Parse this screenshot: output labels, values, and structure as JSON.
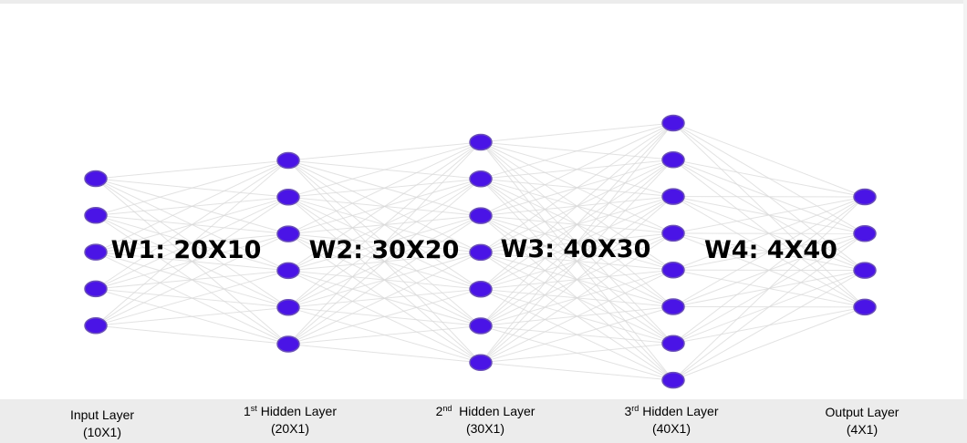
{
  "weights": [
    {
      "label": "W1: 20X10"
    },
    {
      "label": "W2: 30X20"
    },
    {
      "label": "W3: 40X30"
    },
    {
      "label": "W4: 4X40"
    }
  ],
  "layers": [
    {
      "name": "Input Layer",
      "ordinal": "",
      "ordinal_suffix": "",
      "dims": "(10X1)",
      "nodes_shown": 5
    },
    {
      "name": "Hidden Layer",
      "ordinal": "1",
      "ordinal_suffix": "st",
      "dims": "(20X1)",
      "nodes_shown": 6
    },
    {
      "name": "Hidden Layer",
      "ordinal": "2",
      "ordinal_suffix": "nd",
      "dims": "(30X1)",
      "nodes_shown": 7
    },
    {
      "name": "Hidden Layer",
      "ordinal": "3",
      "ordinal_suffix": "rd",
      "dims": "(40X1)",
      "nodes_shown": 8
    },
    {
      "name": "Output Layer",
      "ordinal": "",
      "ordinal_suffix": "",
      "dims": "(4X1)",
      "nodes_shown": 4
    }
  ],
  "colors": {
    "node_fill": "#4a14e6",
    "edge": "#d9d9d9",
    "footer_band": "#ececec"
  }
}
